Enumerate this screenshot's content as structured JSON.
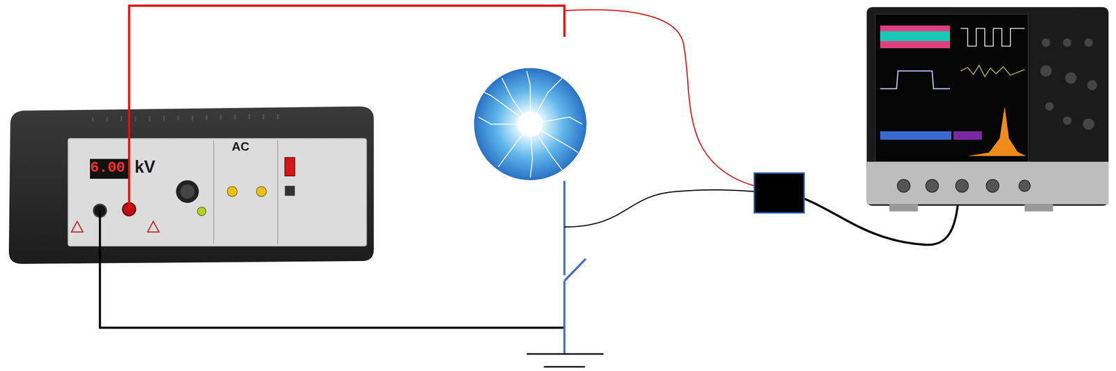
{
  "diagram": {
    "labels": [
      "6.00",
      "kV",
      "AC"
    ]
  }
}
